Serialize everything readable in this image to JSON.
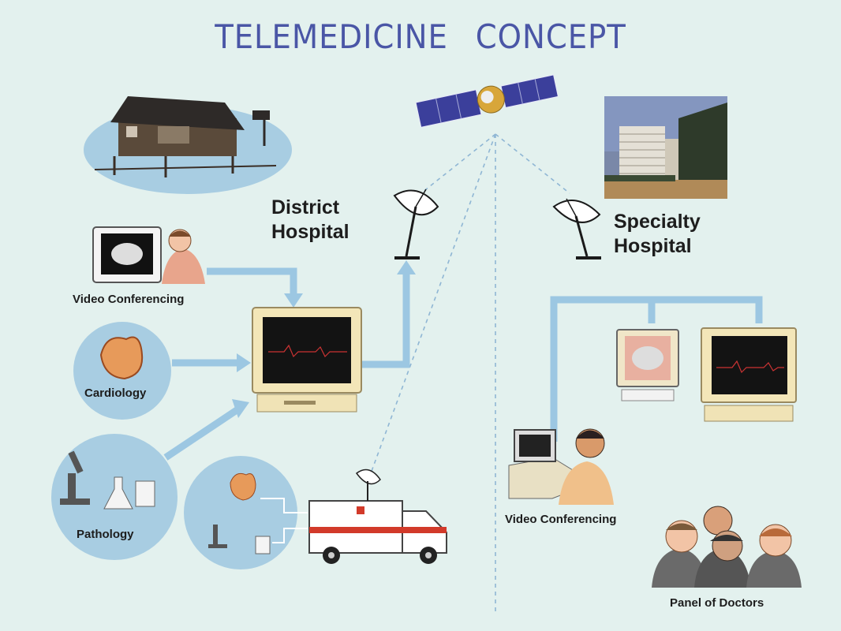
{
  "title_part1": "TELEMEDICINE",
  "title_part2": "CONCEPT",
  "district_hospital": {
    "line1": "District",
    "line2": "Hospital"
  },
  "specialty_hospital": {
    "line1": "Specialty",
    "line2": "Hospital"
  },
  "labels": {
    "video_conf_left": "Video Conferencing",
    "cardiology": "Cardiology",
    "pathology": "Pathology",
    "video_conf_right": "Video Conferencing",
    "panel": "Panel of Doctors"
  },
  "colors": {
    "background": "#e3f1ee",
    "title": "#4a56a6",
    "connector": "#9cc7e2",
    "circle": "#a8cde2",
    "monitor_case": "#f3e6b8",
    "satellite_panel": "#3b3f9b",
    "ambulance_stripe": "#d23a2a"
  }
}
